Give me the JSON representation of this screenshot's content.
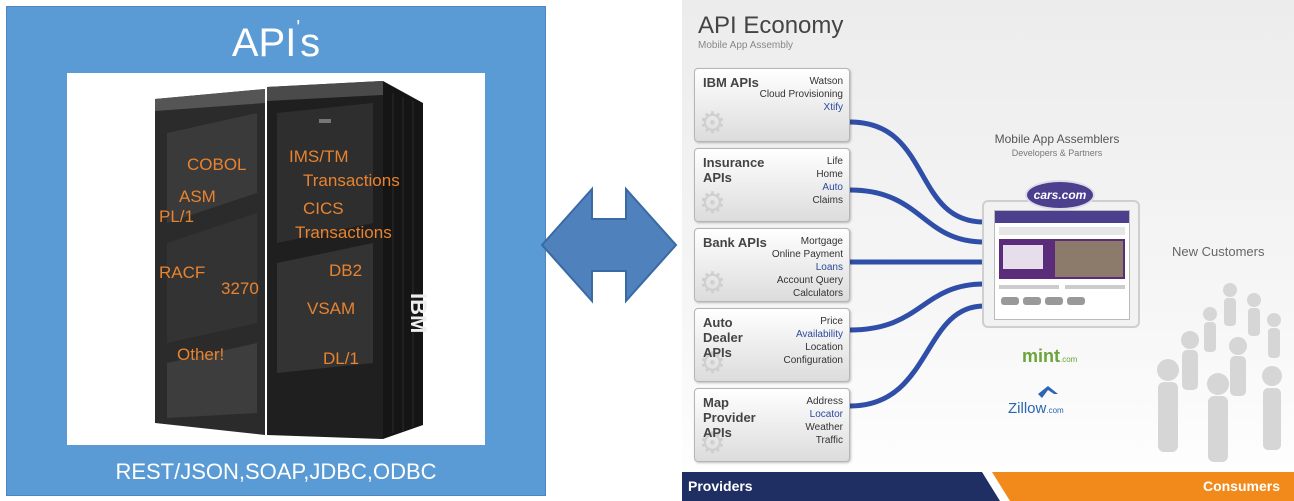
{
  "left": {
    "title": "API",
    "title_tick": "'",
    "title_suffix": "s",
    "footer": "REST/JSON,SOAP,JDBC,ODBC",
    "labels": [
      "COBOL",
      "ASM",
      "PL/1",
      "RACF",
      "3270",
      "Other!",
      "IMS/TM",
      "Transactions",
      "CICS",
      "Transactions",
      "DB2",
      "VSAM",
      "DL/1"
    ]
  },
  "right": {
    "title": "API Economy",
    "subtitle": "Mobile App Assembly",
    "apis": [
      {
        "name": "IBM APIs",
        "items": [
          "Watson",
          "Cloud Provisioning",
          "Xtify"
        ],
        "highlight": 2
      },
      {
        "name": "Insurance APIs",
        "items": [
          "Life",
          "Home",
          "Auto",
          "Claims"
        ],
        "highlight": 2
      },
      {
        "name": "Bank APIs",
        "items": [
          "Mortgage",
          "Online Payment",
          "Loans",
          "Account Query",
          "Calculators"
        ],
        "highlight": 2
      },
      {
        "name": "Auto Dealer APIs",
        "items": [
          "Price",
          "Availability",
          "Location",
          "Configuration"
        ],
        "highlight": 1
      },
      {
        "name": "Map Provider APIs",
        "items": [
          "Address",
          "Locator",
          "Weather",
          "Traffic"
        ],
        "highlight": 1
      }
    ],
    "assemblers_title": "Mobile App Assemblers",
    "assemblers_subtitle": "Developers & Partners",
    "new_customers": "New Customers",
    "cars_logo": "cars.com",
    "mint_logo": "mint",
    "mint_suffix": ".com",
    "zillow_logo": "Zillow",
    "zillow_suffix": ".com",
    "providers": "Providers",
    "consumers": "Consumers"
  },
  "colors": {
    "left_bg": "#5b9bd5",
    "mainframe_text": "#e8832f",
    "arrow": "#4f81bd",
    "providers_bar": "#1f2f63",
    "consumers_bar": "#f28a1b",
    "cable": "#2f4ea8"
  }
}
